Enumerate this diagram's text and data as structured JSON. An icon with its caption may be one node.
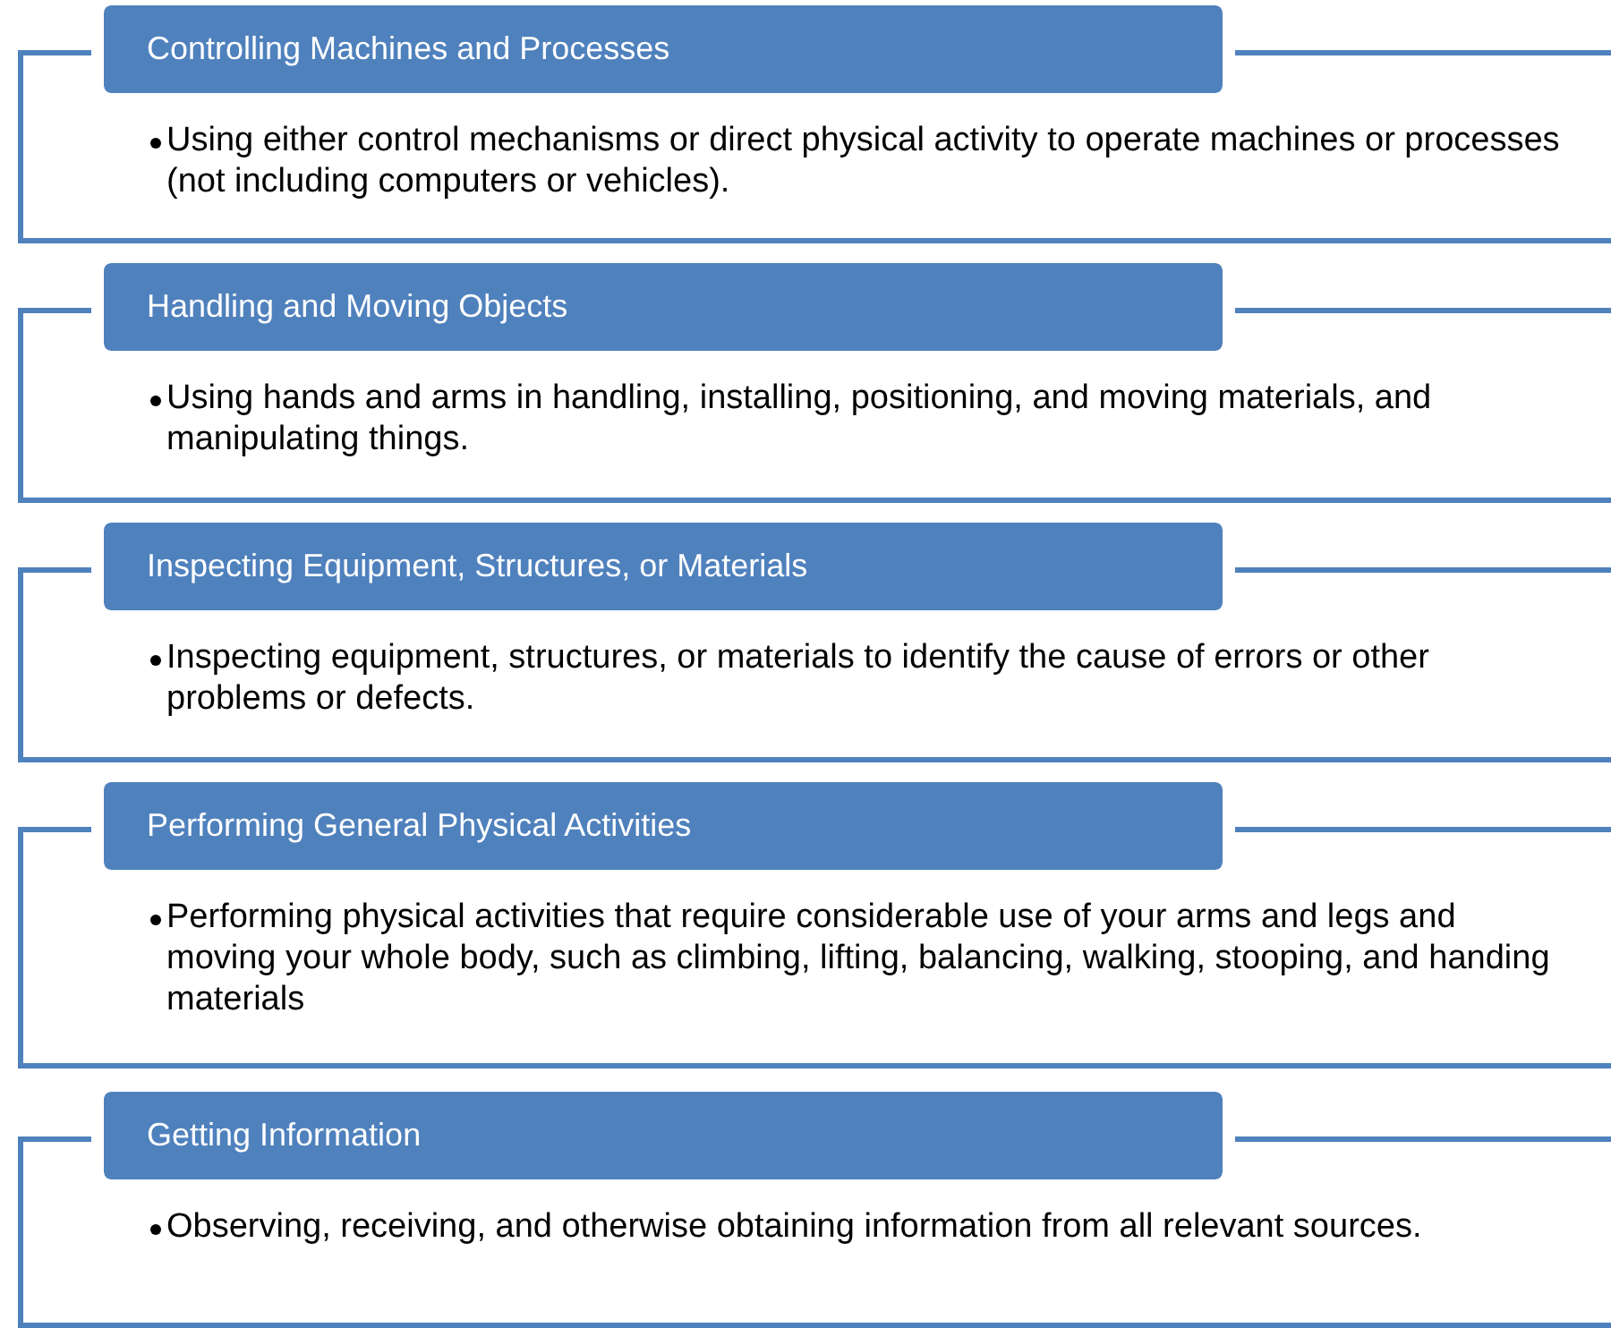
{
  "diagram": {
    "nodes": [
      {
        "text": [
          "Controlling Machines and Processes",
          "Using either control mechanisms or direct physical activity to operate machines or processes (not including computers or vehicles)."
        ]
      },
      {
        "text": [
          "Handling and Moving Objects",
          "Using hands and arms in handling, installing, positioning, and moving materials, and manipulating things."
        ]
      },
      {
        "text": [
          "Inspecting Equipment, Structures, or Materials",
          "Inspecting equipment, structures, or materials to identify the cause of errors or other problems or defects."
        ]
      },
      {
        "text": [
          "Performing General Physical Activities",
          "Performing physical activities that require considerable use of your arms and legs and moving your whole body, such as climbing, lifting, balancing, walking, stooping, and handing materials"
        ]
      },
      {
        "text": [
          "Getting Information",
          "Observing, receiving, and otherwise obtaining information from all relevant sources."
        ]
      }
    ]
  }
}
